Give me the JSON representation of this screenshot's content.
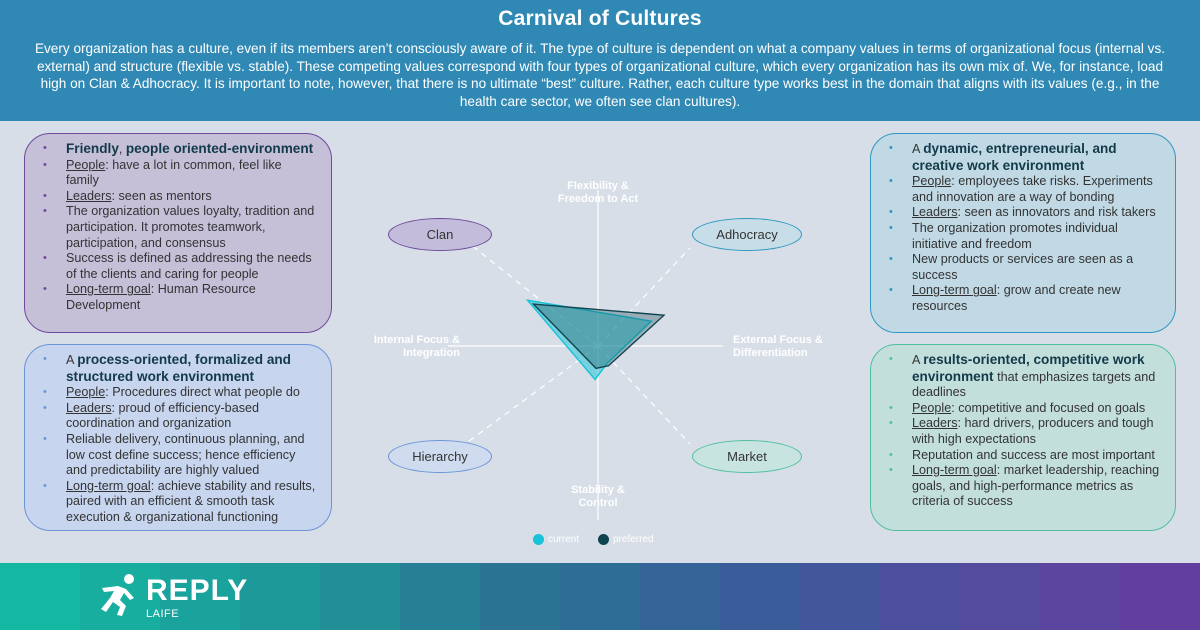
{
  "header": {
    "title": "Carnival of Cultures",
    "intro": "Every organization has a culture, even if its members aren’t consciously aware of it. The type of culture is dependent on what a company values in terms of organizational focus (internal vs. external) and structure (flexible vs. stable). These competing values correspond with four types of organizational culture, which every organization has its own mix of.  We, for instance, load high on Clan & Adhocracy. It is important to note, however, that there is no ultimate “best” culture. Rather, each culture type works best in the domain that aligns with its values (e.g., in the health care sector, we often see clan cultures)."
  },
  "panels": {
    "clan": {
      "intro_bold_1": "Friendly",
      "intro_sep": ", ",
      "intro_bold_2": "people oriented-environment",
      "people_label": "People",
      "people_text": ": have a lot in common, feel like family",
      "leaders_label": "Leaders",
      "leaders_text": ": seen as mentors",
      "values_text": "The organization values loyalty, tradition and participation. It promotes teamwork, participation, and consensus",
      "success_text": "Success is defined as addressing the needs of the clients and caring for people",
      "goal_label": "Long-term goal",
      "goal_text": ": Human Resource Development"
    },
    "hierarchy": {
      "intro_plain": "A ",
      "intro_bold": "process-oriented, formalized and structured work environment",
      "people_label": "People",
      "people_text": ": Procedures direct what people do",
      "leaders_label": "Leaders",
      "leaders_text": ": proud of efficiency-based coordination and organization",
      "values_text": "Reliable delivery, continuous planning, and low cost define success; hence efficiency and predictability are highly valued",
      "goal_label": "Long-term goal",
      "goal_text": ": achieve stability and results, paired with an efficient & smooth task execution & organizational functioning"
    },
    "adhocracy": {
      "intro_plain": "A ",
      "intro_bold": "dynamic, entrepreneurial, and creative work environment",
      "people_label": "People",
      "people_text": ": employees take risks. Experiments and innovation are a way of bonding",
      "leaders_label": "Leaders",
      "leaders_text": ": seen as innovators and risk takers",
      "values_text": "The organization promotes individual initiative and freedom",
      "success_text": "New products or services are seen as a success",
      "goal_label": "Long-term goal",
      "goal_text": ": grow and create new resources"
    },
    "market": {
      "intro_plain": "A ",
      "intro_bold": "results-oriented, competitive work environment",
      "intro_rest": " that emphasizes targets and deadlines",
      "people_label": "People",
      "people_text": ": competitive and focused on goals",
      "leaders_label": "Leaders",
      "leaders_text": ": hard drivers, producers and tough with high expectations",
      "values_text": "Reputation and success are most important",
      "goal_label": "Long-term goal",
      "goal_text": ": market leadership, reaching goals, and high-performance metrics as criteria of success"
    }
  },
  "chart_data": {
    "type": "radar",
    "axes": {
      "top": "Flexibility & Freedom to Act",
      "bottom": "Stability & Control",
      "left": "Internal Focus & Integration",
      "right": "External Focus & Differentiation"
    },
    "quadrants": [
      "Clan",
      "Adhocracy",
      "Market",
      "Hierarchy"
    ],
    "range": [
      0,
      100
    ],
    "series": [
      {
        "name": "current",
        "color": "#17c3d6",
        "values": [
          60,
          42,
          14,
          24
        ]
      },
      {
        "name": "preferred",
        "color": "#0f4550",
        "values": [
          55,
          52,
          16,
          16
        ]
      }
    ]
  },
  "footer": {
    "brand": "REPLY",
    "sub": "LAIFE",
    "colors": [
      "#14b7a2",
      "#17ad9f",
      "#1aa29c",
      "#1e9999",
      "#228f96",
      "#267f95",
      "#2b7393",
      "#2e6d95",
      "#356498",
      "#3b5c9b",
      "#43569c",
      "#4b4f9d",
      "#544a9e",
      "#5c459f",
      "#623f9f"
    ]
  }
}
